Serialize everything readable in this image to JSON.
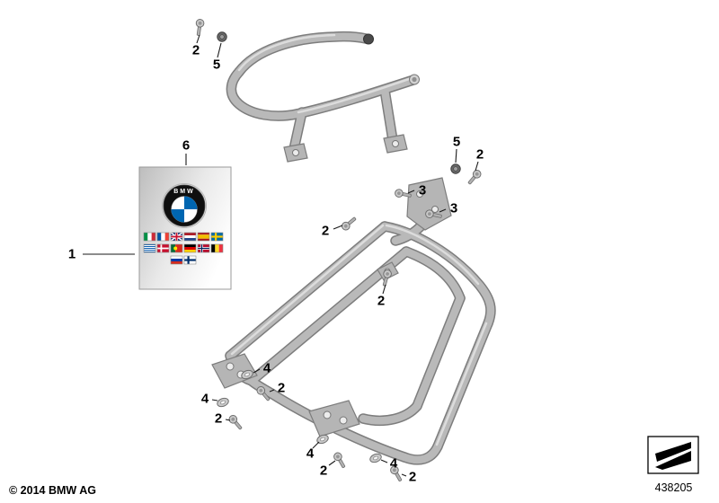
{
  "callouts": [
    {
      "label": "1"
    },
    {
      "label": "6"
    },
    {
      "label": "2"
    },
    {
      "label": "5"
    },
    {
      "label": "5"
    },
    {
      "label": "2"
    },
    {
      "label": "3"
    },
    {
      "label": "3"
    },
    {
      "label": "2"
    },
    {
      "label": "2"
    },
    {
      "label": "4"
    },
    {
      "label": "2"
    },
    {
      "label": "4"
    },
    {
      "label": "2"
    },
    {
      "label": "4"
    },
    {
      "label": "2"
    },
    {
      "label": "4"
    },
    {
      "label": "2"
    }
  ],
  "logo_box": {
    "brand": "BMW",
    "flags": [
      "italy",
      "france",
      "uk",
      "netherlands",
      "spain",
      "sweden",
      "greece",
      "denmark",
      "portugal",
      "germany",
      "norway",
      "belgium",
      "russia",
      "finland"
    ]
  },
  "footer": {
    "copyright": "© 2014 BMW AG",
    "diagram_code": "438205"
  },
  "icons": {
    "bolt": "bolt-icon",
    "washer": "washer-icon",
    "nut": "nut-icon",
    "wedge": "direction-wedge-icon"
  },
  "colors": {
    "tube": "#b9b9b9",
    "tube_outline": "#7d7d7d",
    "label": "#000000",
    "bmw_blue": "#0066b1"
  }
}
